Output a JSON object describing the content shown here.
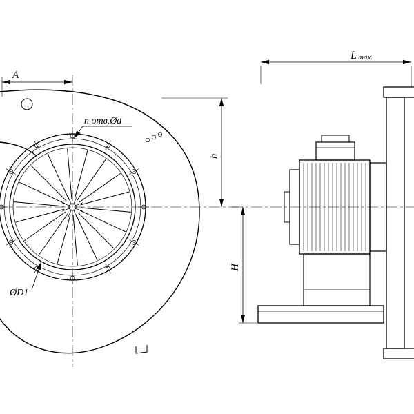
{
  "dimensions": {
    "a": "A",
    "holes": "n отв.Ød",
    "d1": "ØD1",
    "h": "h",
    "H": "H",
    "lmax_prefix": "L",
    "lmax_suffix": "max."
  }
}
